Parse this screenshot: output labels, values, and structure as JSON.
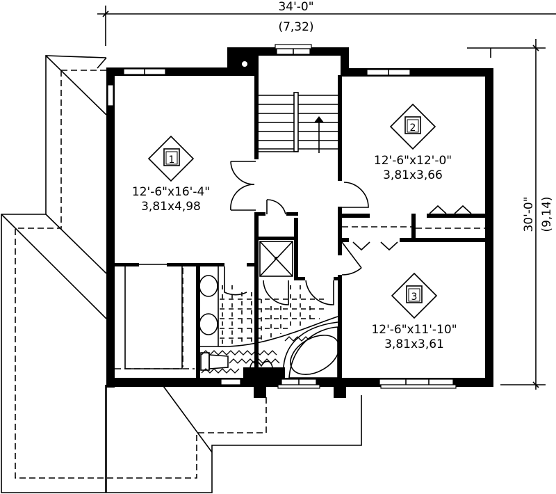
{
  "dimensions": {
    "width_imperial": "34'-0\"",
    "width_metric": "(7,32)",
    "depth_imperial": "30'-0\"",
    "depth_metric": "(9,14)"
  },
  "rooms": [
    {
      "number": "1",
      "size_imperial": "12'-6\"x16'-4\"",
      "size_metric": "3,81x4,98"
    },
    {
      "number": "2",
      "size_imperial": "12'-6\"x12'-0\"",
      "size_metric": "3,81x3,66"
    },
    {
      "number": "3",
      "size_imperial": "12'-6\"x11'-10\"",
      "size_metric": "3,81x3,61"
    }
  ],
  "colors": {
    "ink": "#000000",
    "paper": "#ffffff"
  }
}
